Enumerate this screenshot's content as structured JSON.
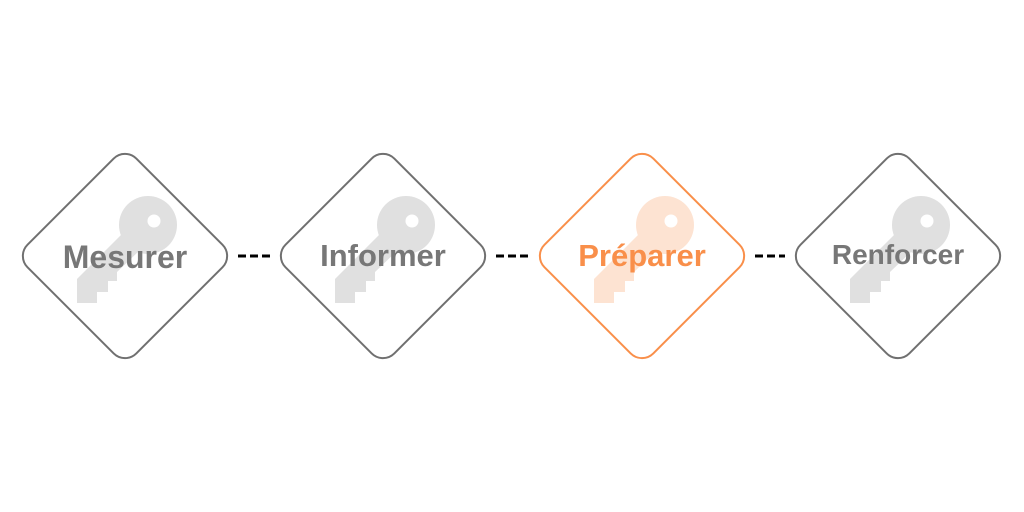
{
  "steps": [
    {
      "label": "Mesurer",
      "icon": "key-icon",
      "active": false
    },
    {
      "label": "Informer",
      "icon": "key-icon",
      "active": false
    },
    {
      "label": "Préparer",
      "icon": "key-icon",
      "active": true
    },
    {
      "label": "Renforcer",
      "icon": "key-icon",
      "active": false
    }
  ],
  "colors": {
    "inactive_stroke": "#707070",
    "inactive_text": "#777777",
    "inactive_key": "#e0e0e0",
    "active_stroke": "#f98f4a",
    "active_text": "#f98f4a",
    "active_key": "#fde3d2",
    "connector": "#000000"
  }
}
